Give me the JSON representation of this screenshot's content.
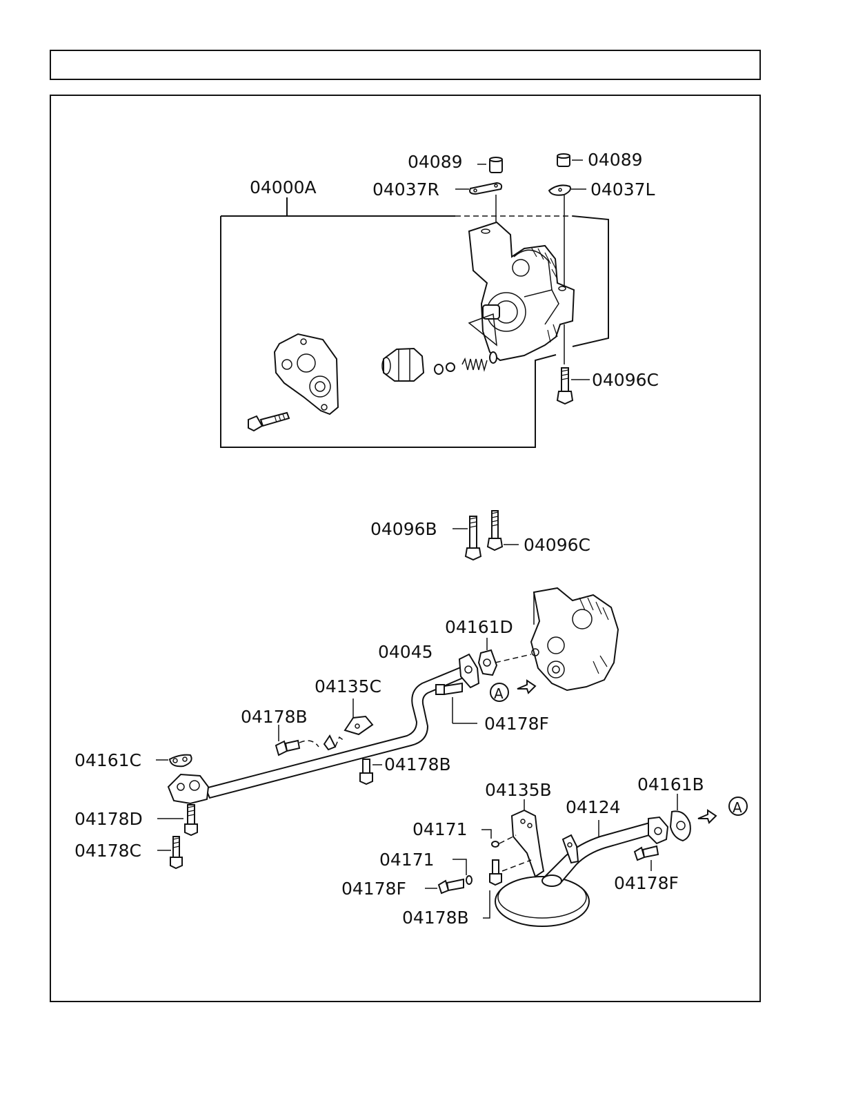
{
  "header": {
    "title": ""
  },
  "diagram": {
    "labels": {
      "p04089_a": "04089",
      "p04089_b": "04089",
      "p04037R": "04037R",
      "p04037L": "04037L",
      "p04000A": "04000A",
      "p04096C_top": "04096C",
      "p04096B": "04096B",
      "p04096C_mid": "04096C",
      "p04161D": "04161D",
      "p04045": "04045",
      "p04135C": "04135C",
      "p04178B_a": "04178B",
      "p04178F_a": "04178F",
      "p04161C": "04161C",
      "p04178B_b": "04178B",
      "p04178D": "04178D",
      "p04178C": "04178C",
      "p04135B": "04135B",
      "p04124": "04124",
      "p04161B": "04161B",
      "p04171_a": "04171",
      "p04171_b": "04171",
      "p04178F_b": "04178F",
      "p04178F_c": "04178F",
      "p04178B_c": "04178B",
      "ref_a1": "A",
      "ref_a2": "A"
    }
  }
}
